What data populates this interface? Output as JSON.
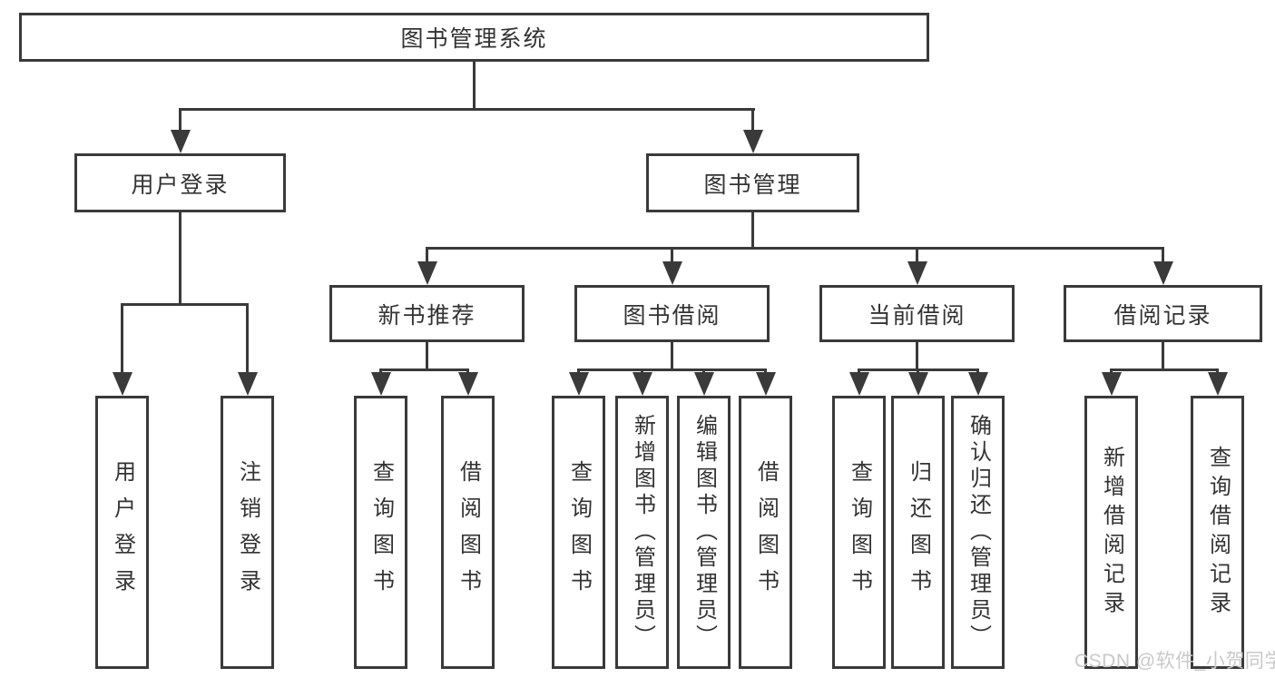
{
  "diagram": {
    "root": "图书管理系统",
    "branches": [
      {
        "label": "用户登录",
        "children": [
          {
            "label": "用户登录"
          },
          {
            "label": "注销登录"
          }
        ]
      },
      {
        "label": "图书管理",
        "groups": [
          {
            "label": "新书推荐",
            "children": [
              {
                "label": "查询图书"
              },
              {
                "label": "借阅图书"
              }
            ]
          },
          {
            "label": "图书借阅",
            "children": [
              {
                "label": "查询图书"
              },
              {
                "label": "新增图书（管理员）"
              },
              {
                "label": "编辑图书（管理员）"
              },
              {
                "label": "借阅图书"
              }
            ]
          },
          {
            "label": "当前借阅",
            "children": [
              {
                "label": "查询图书"
              },
              {
                "label": "归还图书"
              },
              {
                "label": "确认归还（管理员）"
              }
            ]
          },
          {
            "label": "借阅记录",
            "children": [
              {
                "label": "新增借阅记录"
              },
              {
                "label": "查询借阅记录"
              }
            ]
          }
        ]
      }
    ]
  },
  "watermark": "CSDN @软件_小贺同学",
  "colors": {
    "line": "#3a3a3a",
    "text": "#333333",
    "watermark": "#c9c9c9",
    "background": "#ffffff"
  }
}
